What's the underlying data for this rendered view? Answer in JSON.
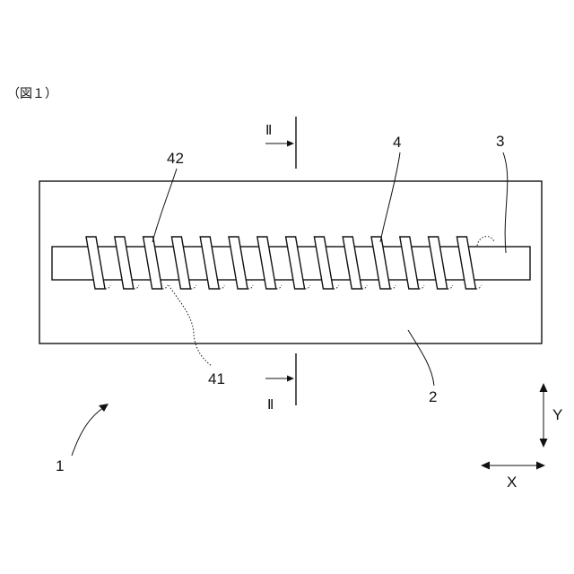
{
  "figure": {
    "caption": "（図１）",
    "labels": {
      "device": "1",
      "substrate": "2",
      "strip": "3",
      "coil": "4",
      "lower_segment": "41",
      "upper_segment": "42",
      "section_top": "Ⅱ",
      "section_bottom": "Ⅱ",
      "axis_x": "X",
      "axis_y": "Y"
    },
    "coil_turns": 14
  }
}
